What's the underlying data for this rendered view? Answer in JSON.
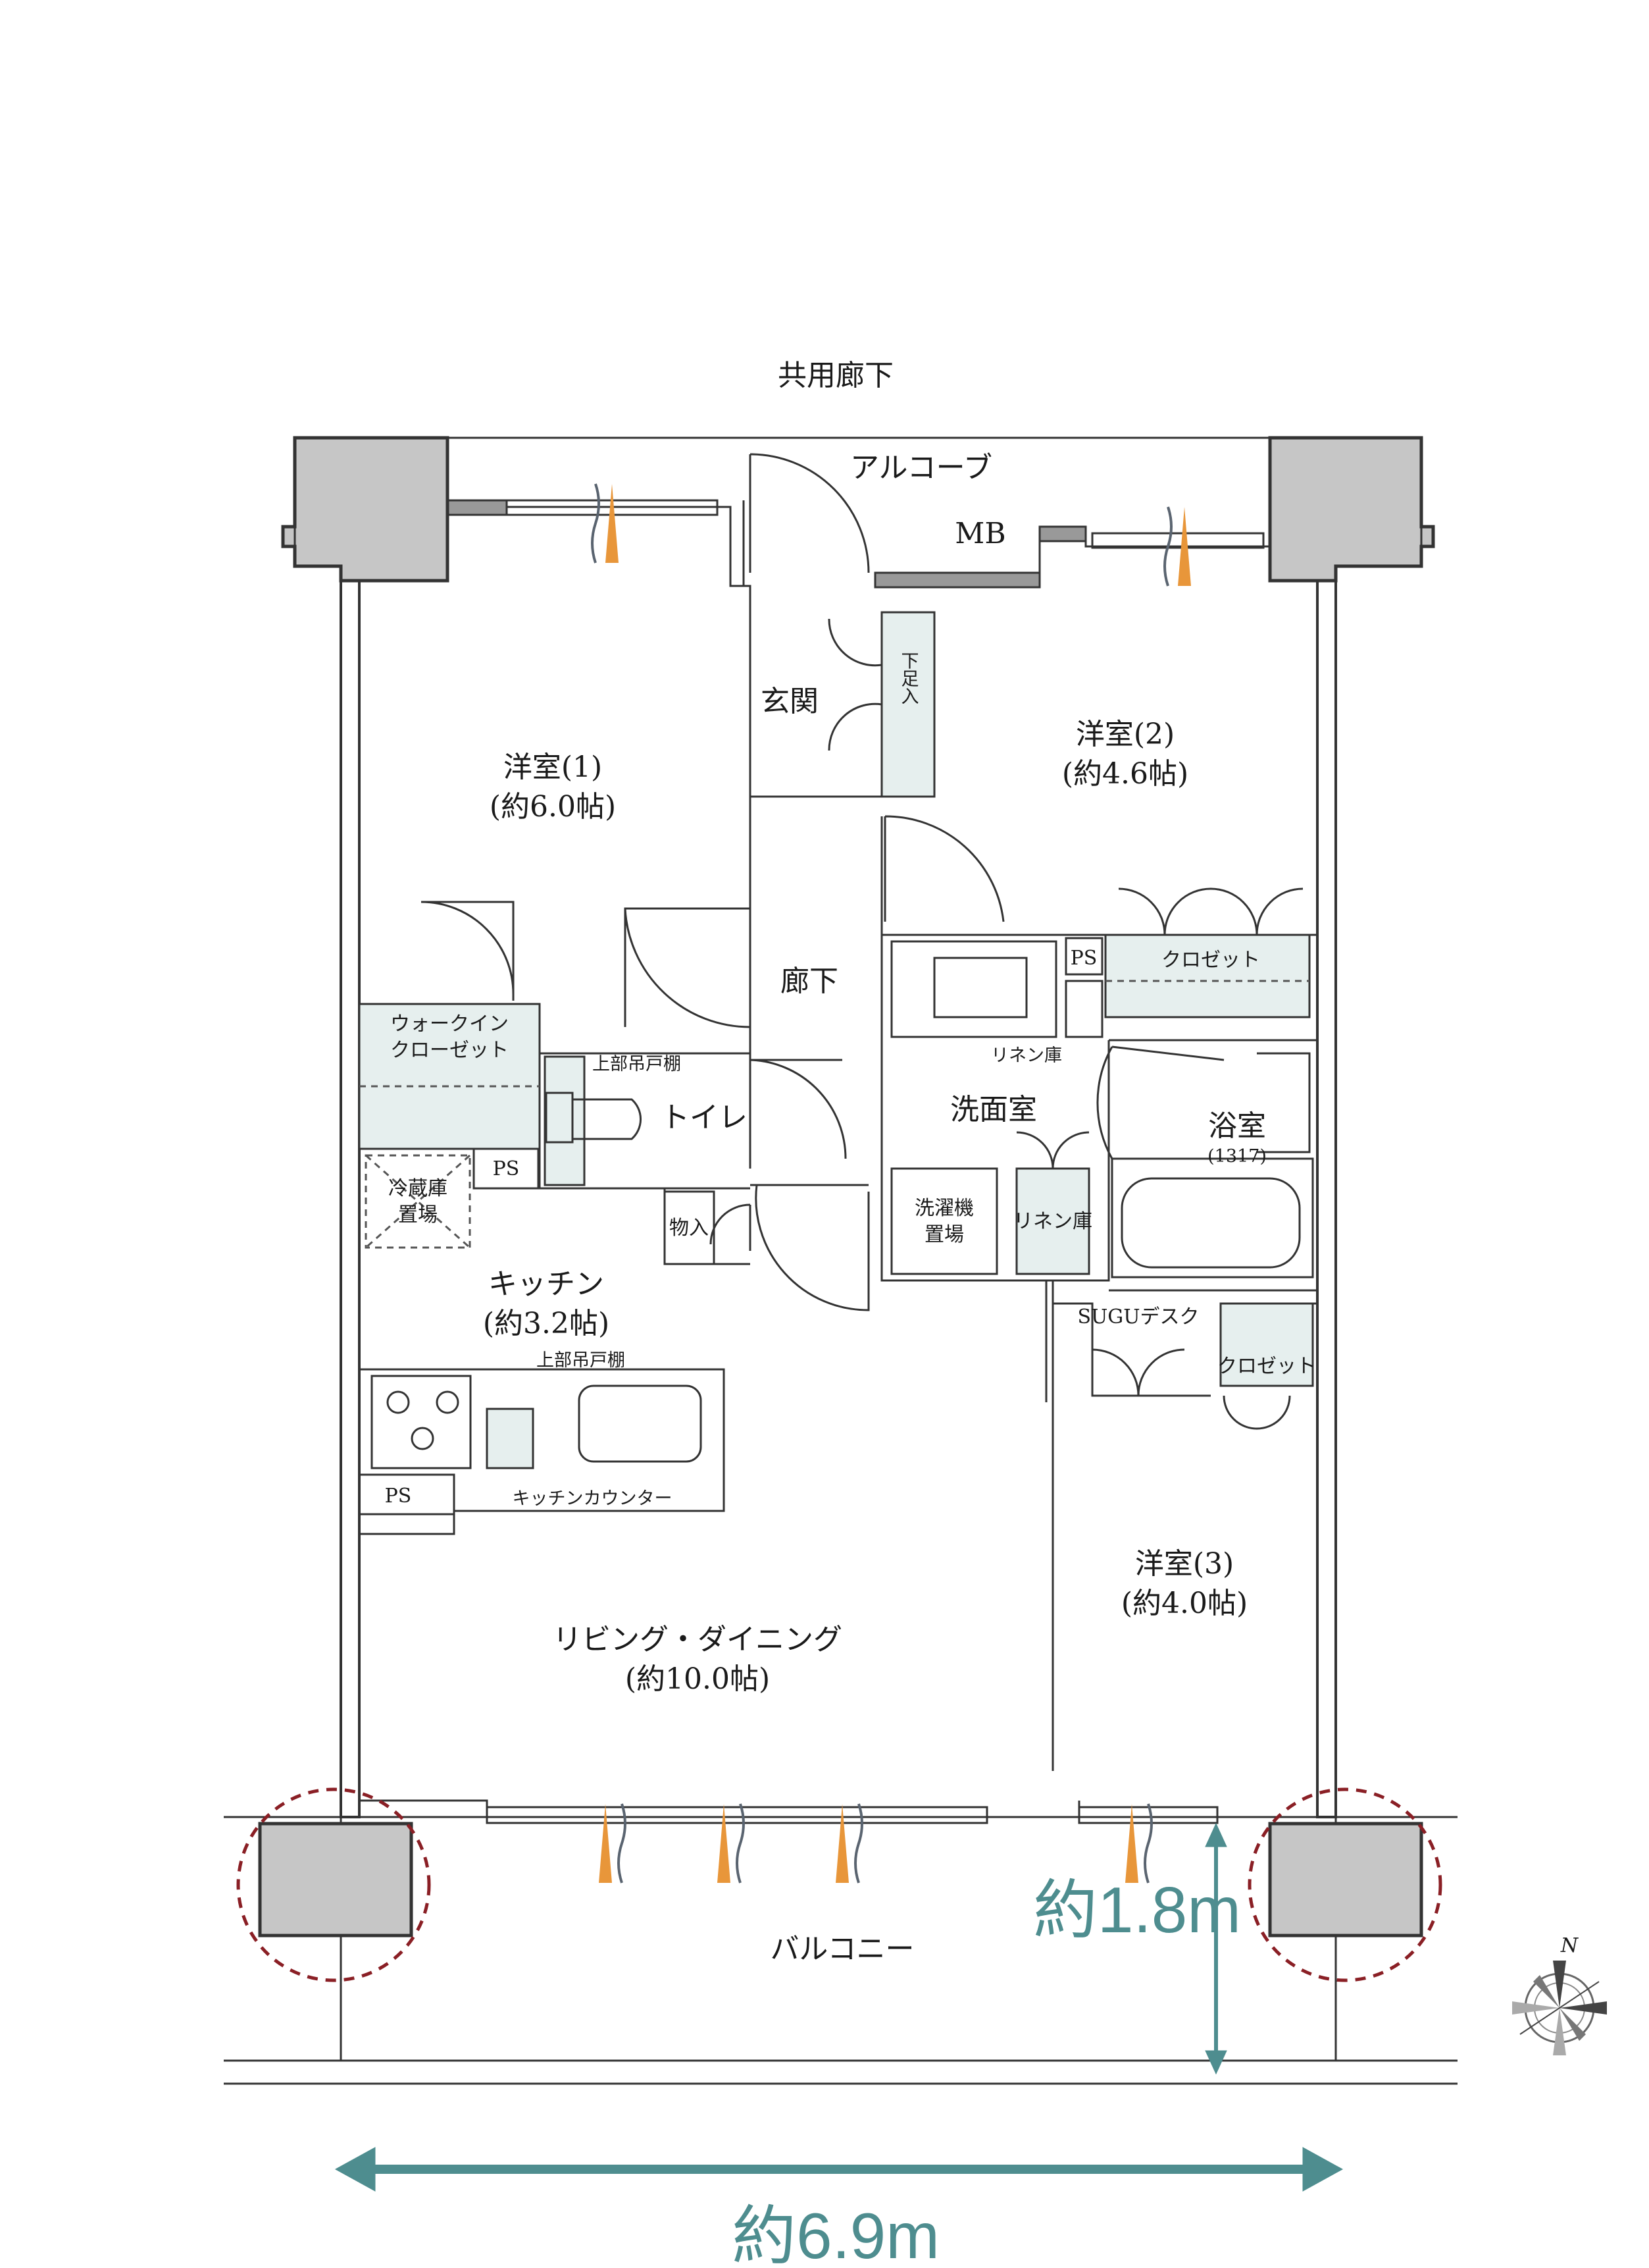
{
  "labels": {
    "corridor_common": "共用廊下",
    "alcove": "アルコーブ",
    "mb": "MB",
    "entrance": "玄関",
    "shoe_box": "下足入",
    "room1_name": "洋室(1)",
    "room1_size": "(約6.0帖)",
    "room2_name": "洋室(2)",
    "room2_size": "(約4.6帖)",
    "hallway": "廊下",
    "walkin_1": "ウォークイン",
    "walkin_2": "クローゼット",
    "upper_cabinet_1": "上部吊戸棚",
    "toilet": "トイレ",
    "ps_1": "PS",
    "ps_2": "PS",
    "ps_3": "PS",
    "closet_1": "クロゼット",
    "linen_1": "リネン庫",
    "washroom": "洗面室",
    "bathroom": "浴室",
    "bath_size": "(1317)",
    "fridge_1": "冷蔵庫",
    "fridge_2": "置場",
    "storage_mono": "物入",
    "washer_1": "洗濯機",
    "washer_2": "置場",
    "linen_2": "リネン庫",
    "kitchen_name": "キッチン",
    "kitchen_size": "(約3.2帖)",
    "sugu_desk": "SUGUデスク",
    "closet_2": "クロゼット",
    "upper_cabinet_2": "上部吊戸棚",
    "kitchen_counter": "キッチンカウンター",
    "room3_name": "洋室(3)",
    "room3_size": "(約4.0帖)",
    "living_name": "リビング・ダイニング",
    "living_size": "(約10.0帖)",
    "balcony": "バルコニー",
    "compass_n": "N"
  },
  "dimensions": {
    "balcony_depth": "約1.8m",
    "width": "約6.9m"
  },
  "colors": {
    "dimension": "#4e8d8f",
    "wind": "#e8963a",
    "highlight": "#8a1f25",
    "storage": "#e6efee",
    "column": "#c6c6c6"
  }
}
